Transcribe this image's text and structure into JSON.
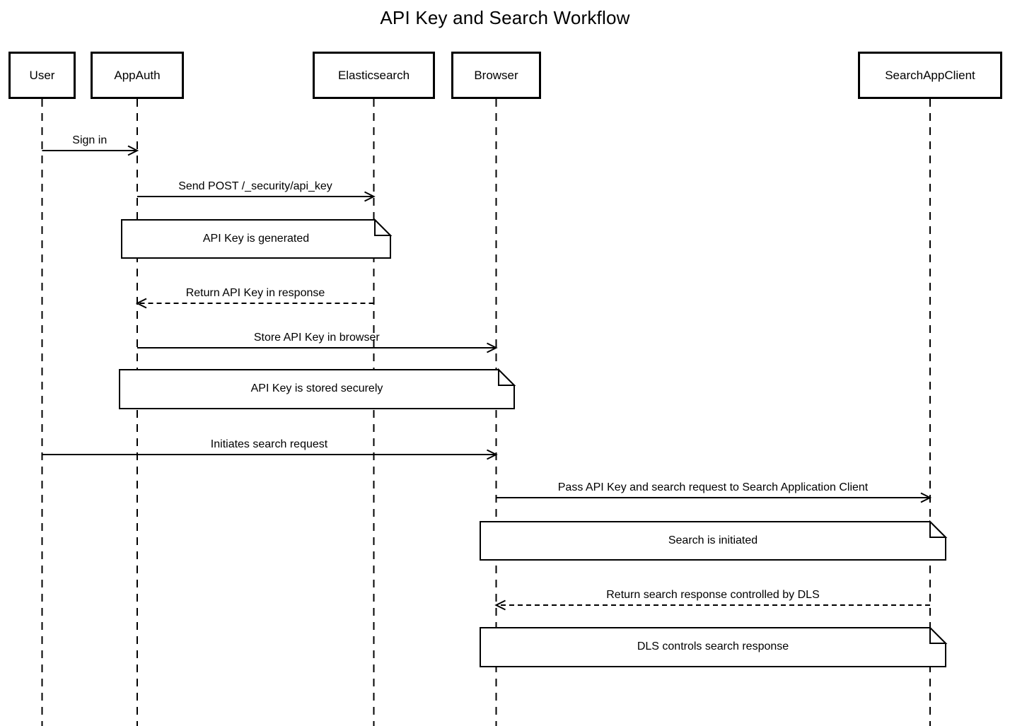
{
  "diagram": {
    "title": "API Key and Search Workflow",
    "colors": {
      "line": "#000000",
      "text": "#000000",
      "background": "#ffffff",
      "note_fill": "#ffffff"
    },
    "participants": [
      {
        "name": "User"
      },
      {
        "name": "AppAuth"
      },
      {
        "name": "Elasticsearch"
      },
      {
        "name": "Browser"
      },
      {
        "name": "SearchAppClient"
      }
    ],
    "messages": [
      {
        "label": "Sign in",
        "from": "User",
        "to": "AppAuth",
        "line": "solid",
        "arrowhead": "open"
      },
      {
        "label": "Send POST /_security/api_key",
        "from": "AppAuth",
        "to": "Elasticsearch",
        "line": "solid",
        "arrowhead": "open"
      },
      {
        "label": "Return API Key in response",
        "from": "Elasticsearch",
        "to": "AppAuth",
        "line": "dashed",
        "arrowhead": "open"
      },
      {
        "label": "Store API Key in browser",
        "from": "AppAuth",
        "to": "Browser",
        "line": "solid",
        "arrowhead": "open"
      },
      {
        "label": "Initiates search request",
        "from": "User",
        "to": "Browser",
        "line": "solid",
        "arrowhead": "open"
      },
      {
        "label": "Pass API Key and search request to Search Application Client",
        "from": "Browser",
        "to": "SearchAppClient",
        "line": "solid",
        "arrowhead": "open"
      },
      {
        "label": "Return search response controlled by DLS",
        "from": "SearchAppClient",
        "to": "Browser",
        "line": "dashed",
        "arrowhead": "open"
      }
    ],
    "notes": [
      {
        "text": "API Key is generated",
        "over": [
          "AppAuth",
          "Elasticsearch"
        ]
      },
      {
        "text": "API Key is stored securely",
        "over": [
          "AppAuth",
          "Browser"
        ]
      },
      {
        "text": "Search is initiated",
        "over": [
          "Browser",
          "SearchAppClient"
        ]
      },
      {
        "text": "DLS controls search response",
        "over": [
          "Browser",
          "SearchAppClient"
        ]
      }
    ]
  }
}
